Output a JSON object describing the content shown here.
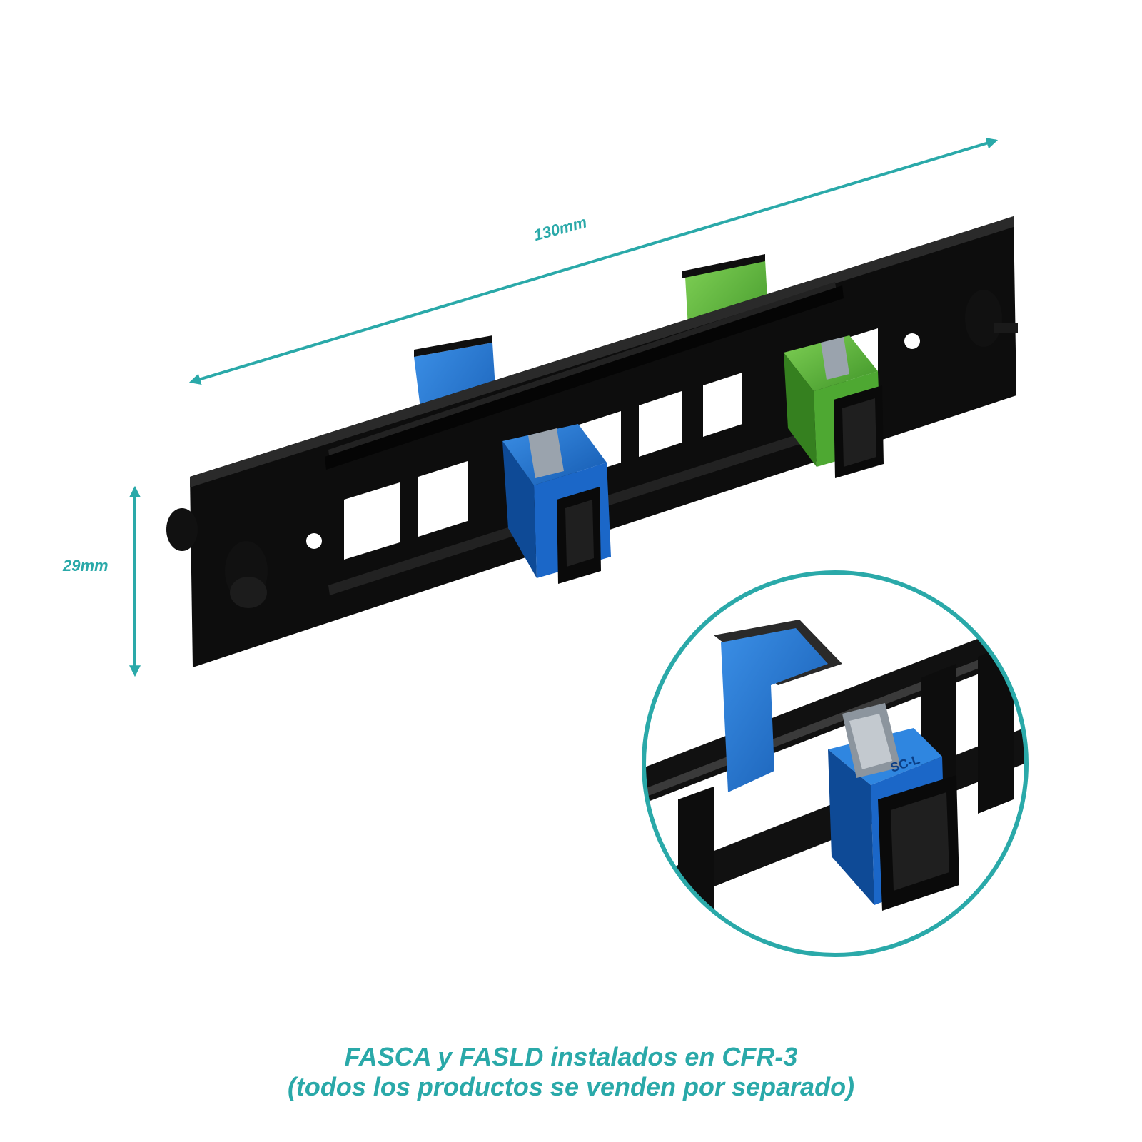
{
  "dimensions": {
    "width_label": "130mm",
    "height_label": "29mm"
  },
  "inset": {
    "adapter_marking": "SC-L"
  },
  "caption": {
    "line1": "FASCA y FASLD instalados en CFR-3",
    "line2": "(todos los productos se venden por separado)"
  },
  "colors": {
    "accent": "#2aa9a9",
    "panel": "#0d0d0d",
    "adapter_blue": "#1f6fd1",
    "adapter_green": "#5cb83a"
  }
}
